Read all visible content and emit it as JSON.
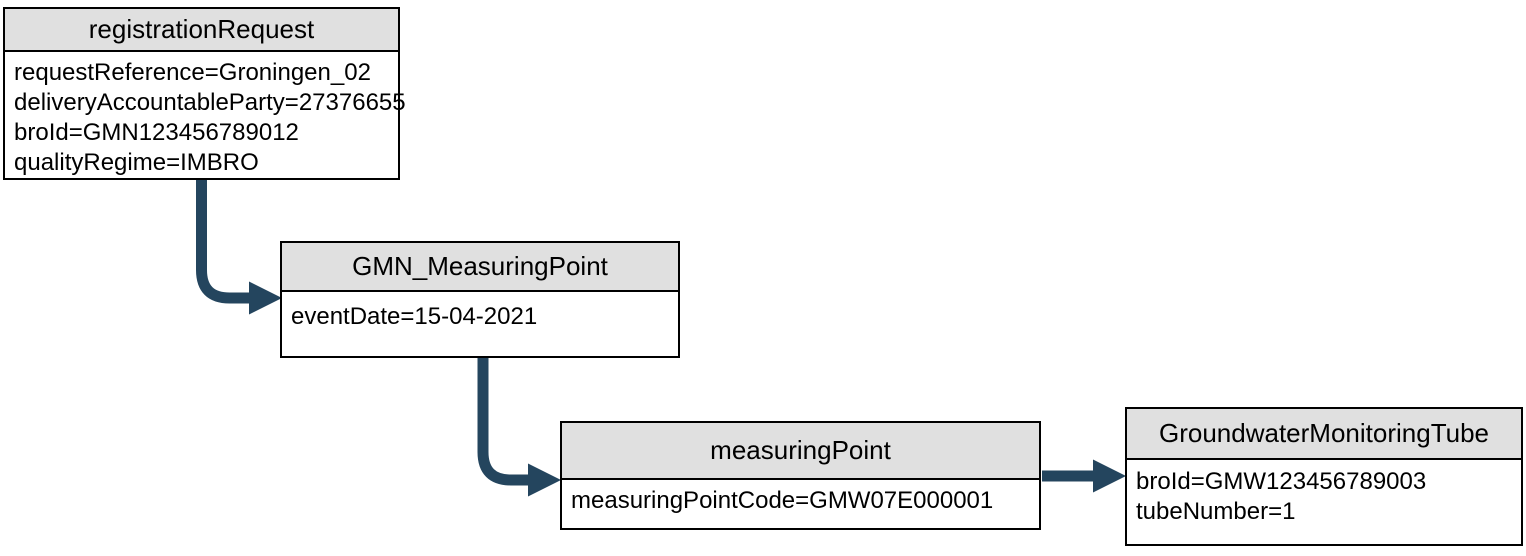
{
  "diagram": {
    "type": "flow-diagram",
    "colors": {
      "arrow": "#24455E",
      "node_border": "#000000",
      "header_fill": "#E0E0E0",
      "body_fill": "#FFFFFF",
      "text": "#000000"
    },
    "nodes": [
      {
        "title": "registrationRequest",
        "lines": [
          "requestReference=Groningen_02",
          "deliveryAccountableParty=27376655",
          "broId=GMN123456789012",
          "qualityRegime=IMBRO"
        ]
      },
      {
        "title": "GMN_MeasuringPoint",
        "lines": [
          "eventDate=15-04-2021"
        ]
      },
      {
        "title": "measuringPoint",
        "lines": [
          "measuringPointCode=GMW07E000001"
        ]
      },
      {
        "title": "GroundwaterMonitoringTube",
        "lines": [
          "broId=GMW123456789003",
          "tubeNumber=1"
        ]
      }
    ],
    "edges": [
      {
        "from": "registrationRequest",
        "to": "GMN_MeasuringPoint"
      },
      {
        "from": "GMN_MeasuringPoint",
        "to": "measuringPoint"
      },
      {
        "from": "measuringPoint",
        "to": "GroundwaterMonitoringTube"
      }
    ]
  }
}
